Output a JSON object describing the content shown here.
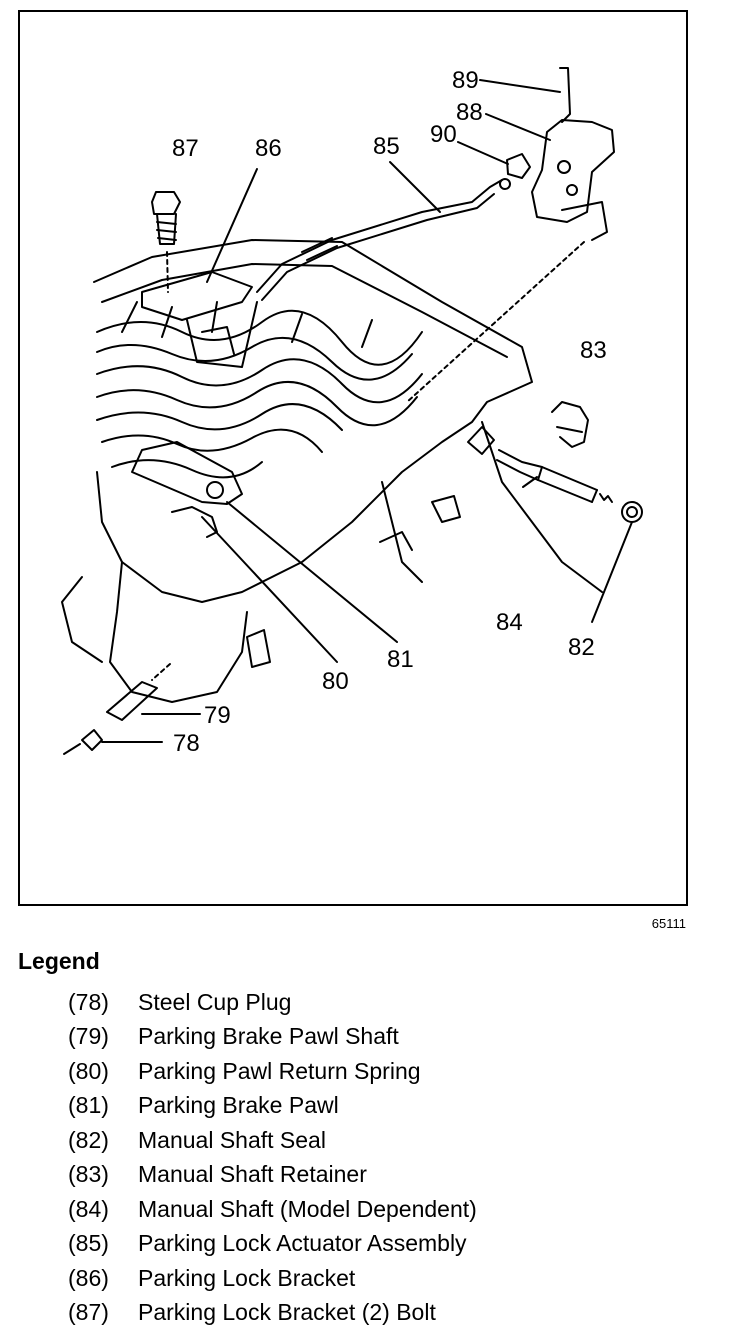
{
  "figure": {
    "id": "65111",
    "callouts": [
      "89",
      "88",
      "90",
      "87",
      "86",
      "85",
      "83",
      "84",
      "82",
      "81",
      "80",
      "79",
      "78"
    ]
  },
  "legend": {
    "title": "Legend",
    "items": [
      {
        "num": "(78)",
        "label": "Steel Cup Plug"
      },
      {
        "num": "(79)",
        "label": "Parking Brake Pawl Shaft"
      },
      {
        "num": "(80)",
        "label": "Parking Pawl Return Spring"
      },
      {
        "num": "(81)",
        "label": "Parking Brake Pawl"
      },
      {
        "num": "(82)",
        "label": "Manual Shaft Seal"
      },
      {
        "num": "(83)",
        "label": "Manual Shaft Retainer"
      },
      {
        "num": "(84)",
        "label": "Manual Shaft (Model Dependent)"
      },
      {
        "num": "(85)",
        "label": "Parking Lock Actuator Assembly"
      },
      {
        "num": "(86)",
        "label": "Parking Lock Bracket"
      },
      {
        "num": "(87)",
        "label": "Parking Lock Bracket (2) Bolt"
      }
    ]
  }
}
